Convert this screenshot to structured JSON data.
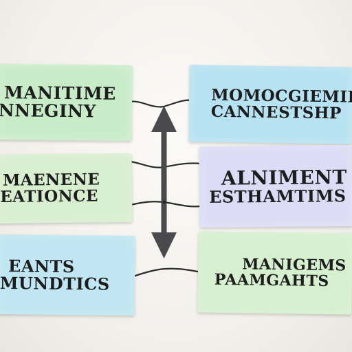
{
  "colors": {
    "background": "#f3f1ec",
    "note_green": "#c9ecc8",
    "note_blue": "#b7e2f1",
    "note_lavender": "#dcdcf6",
    "note_lightgreen": "#d8efcf",
    "arrow": "#4a4a4e",
    "ink": "#1d1d1d"
  },
  "notes_left": [
    {
      "lines": [
        "MANITIME",
        "NNEGINY"
      ]
    },
    {
      "lines": [
        "MAENENE",
        "EATIONCE"
      ]
    },
    {
      "lines": [
        "EANTS",
        "MUNDTICS"
      ]
    }
  ],
  "notes_right": [
    {
      "lines": [
        "MOMOCGIEMIK",
        "CANNESTSHP"
      ]
    },
    {
      "lines": [
        "ALNIMENT",
        "ESTHAMTIMS"
      ]
    },
    {
      "lines": [
        "MANIGEMS",
        "PAAMGAHTS"
      ]
    }
  ],
  "center_arrow": {
    "icon": "double-headed-vertical-arrow"
  }
}
